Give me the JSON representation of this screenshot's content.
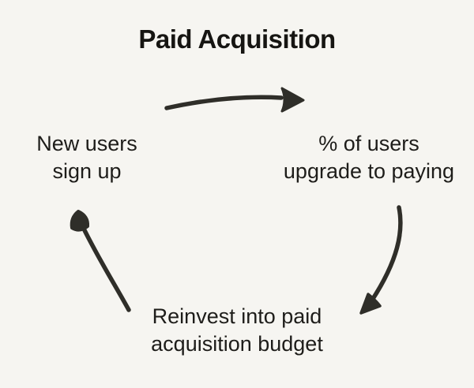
{
  "title": "Paid Acquisition",
  "diagram_type": "cycle",
  "colors": {
    "background": "#f6f5f1",
    "title_text": "#161512",
    "node_text": "#1e1d1a",
    "arrow": "#2f2e29"
  },
  "nodes": [
    {
      "id": "new-users",
      "label": "New users\nsign up"
    },
    {
      "id": "upgrade-to-paying",
      "label": "% of users\nupgrade to paying"
    },
    {
      "id": "reinvest-budget",
      "label": "Reinvest into paid\nacquisition budget"
    }
  ],
  "arrows": [
    {
      "name": "arrow-top",
      "from": "new-users",
      "to": "upgrade-to-paying",
      "direction": "right"
    },
    {
      "name": "arrow-right",
      "from": "upgrade-to-paying",
      "to": "reinvest-budget",
      "direction": "down-left"
    },
    {
      "name": "arrow-left",
      "from": "reinvest-budget",
      "to": "new-users",
      "direction": "up-left"
    }
  ]
}
